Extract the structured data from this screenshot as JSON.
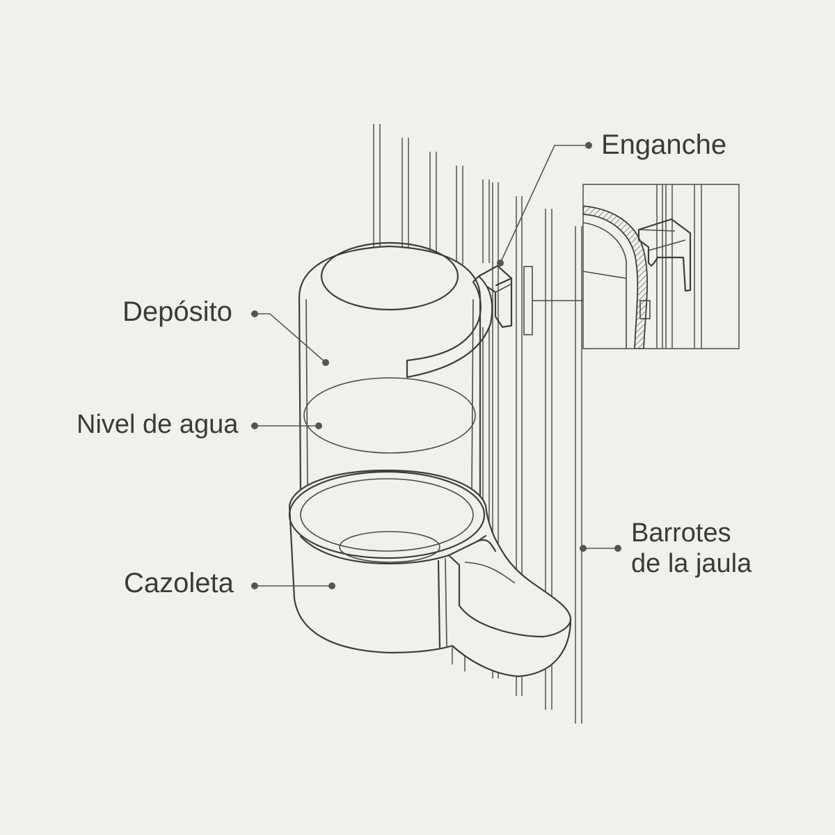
{
  "labels": {
    "deposito": "Depósito",
    "nivel": "Nivel de agua",
    "cazoleta": "Cazoleta",
    "enganche": "Enganche",
    "barrotes_line1": "Barrotes",
    "barrotes_line2": "de la jaula"
  },
  "colors": {
    "background": "#f1f0eb",
    "line": "#3d3d3d",
    "text": "#3a3a3a"
  }
}
